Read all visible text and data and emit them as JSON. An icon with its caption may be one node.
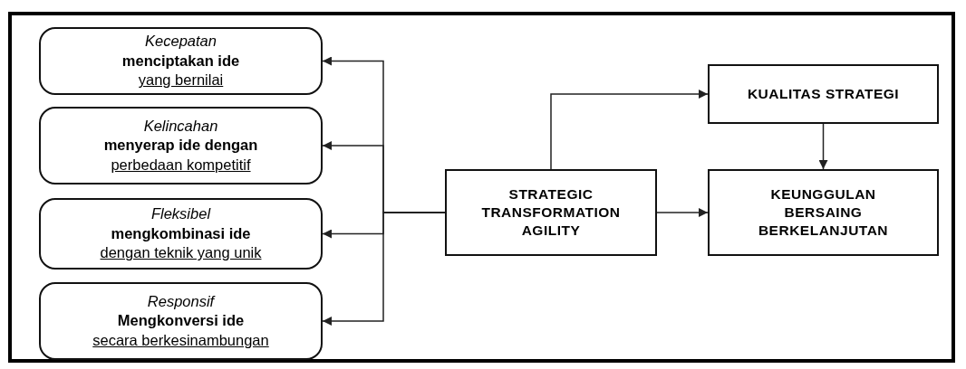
{
  "diagram": {
    "nodes": [
      {
        "text": [
          "Kecepatan",
          "menciptakan ide",
          "yang bernilai"
        ]
      },
      {
        "text": [
          "Kelincahan",
          "menyerap ide dengan",
          "perbedaan kompetitif"
        ]
      },
      {
        "text": [
          "Fleksibel",
          "mengkombinasi ide",
          "dengan teknik yang unik"
        ]
      },
      {
        "text": [
          "Responsif",
          "Mengkonversi ide",
          "secara berkesinambungan"
        ]
      },
      {
        "text": [
          "STRATEGIC TRANSFORMATION AGILITY"
        ]
      },
      {
        "text": [
          "KUALITAS STRATEGI"
        ]
      },
      {
        "text": [
          "KEUNGGULAN BERSAING BERKELANJUTAN"
        ]
      }
    ],
    "edges": [
      {
        "from": 4,
        "to": 0,
        "arrow": "to"
      },
      {
        "from": 4,
        "to": 1,
        "arrow": "to"
      },
      {
        "from": 4,
        "to": 2,
        "arrow": "to"
      },
      {
        "from": 4,
        "to": 3,
        "arrow": "to"
      },
      {
        "from": 4,
        "to": 5,
        "arrow": "to"
      },
      {
        "from": 5,
        "to": 6,
        "arrow": "to"
      },
      {
        "from": 4,
        "to": 6,
        "arrow": "to"
      }
    ]
  }
}
